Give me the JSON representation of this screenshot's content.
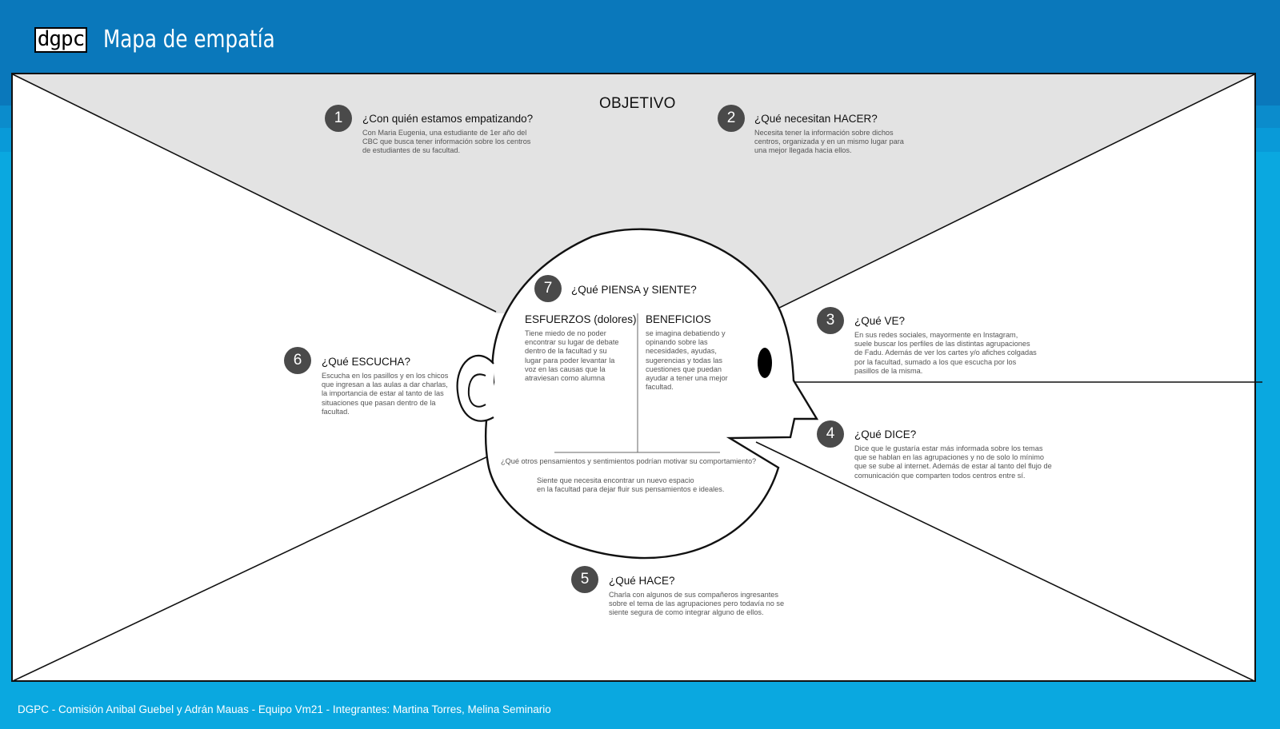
{
  "header": {
    "logo_text": "dgpc",
    "title": "Mapa de empatía"
  },
  "objective": {
    "title": "OBJETIVO"
  },
  "sections": {
    "s1": {
      "number": "1",
      "question": "¿Con quién estamos empatizando?",
      "answer": "Con Maria Eugenia, una estudiante de 1er año del\nCBC que busca tener información sobre los centros\nde estudiantes de su facultad."
    },
    "s2": {
      "number": "2",
      "question": "¿Qué necesitan HACER?",
      "answer": "Necesita tener la información sobre dichos\ncentros, organizada y en un mismo lugar para\nuna mejor llegada hacia ellos."
    },
    "s3": {
      "number": "3",
      "question": "¿Qué VE?",
      "answer": "En sus redes sociales, mayormente en Instagram,\nsuele buscar los perfiles de las distintas agrupaciones\nde Fadu. Además de ver los cartes y/o afiches colgadas\npor la facultad, sumado a los que escucha por los\npasillos de la misma."
    },
    "s4": {
      "number": "4",
      "question": "¿Qué DICE?",
      "answer": "Dice que le gustaría estar más informada sobre los temas\nque se hablan en las agrupaciones y no de solo lo mínimo\nque se sube al internet. Además de estar al tanto del flujo de\ncomunicación que comparten todos centros entre sí."
    },
    "s5": {
      "number": "5",
      "question": "¿Qué HACE?",
      "answer": "Charla con algunos de sus compañeros ingresantes\nsobre el tema de las agrupaciones pero todavía no se\nsiente segura de como integrar alguno de ellos."
    },
    "s6": {
      "number": "6",
      "question": "¿Qué ESCUCHA?",
      "answer": "Escucha en los pasillos y en los chicos\nque ingresan a las aulas a dar charlas,\nla importancia de estar al tanto de las\nsituaciones que pasan dentro de la\nfacultad."
    },
    "s7": {
      "number": "7",
      "question": "¿Qué PIENSA y SIENTE?",
      "pains_title": "ESFUERZOS (dolores)",
      "pains_text": "Tiene miedo de no poder\nencontrar su lugar de debate\ndentro de la facultad y su\nlugar para poder levantar la\nvoz en las causas que la\natraviesan como alumna",
      "gains_title": "BENEFICIOS",
      "gains_text": "se imagina debatiendo y\nopinando sobre las\nnecesidades, ayudas,\nsugerencias y todas las\ncuestiones que puedan\nayudar a tener una mejor\nfacultad.",
      "other_question": "¿Qué otros pensamientos y sentimientos podrían motivar su comportamiento?",
      "other_answer": "Siente que necesita encontrar un nuevo espacio\nen la facultad para dejar fluir sus pensamientos e ideales."
    }
  },
  "footer": {
    "text": "DGPC - Comisión Anibal Guebel y Adrán Mauas - Equipo Vm21 - Integrantes: Martina Torres, Melina Seminario"
  },
  "colors": {
    "header_blue": "#0a78bb",
    "background_blue": "#0aa8e0",
    "objective_fill": "#e3e3e3",
    "badge": "#4a4a4a"
  }
}
